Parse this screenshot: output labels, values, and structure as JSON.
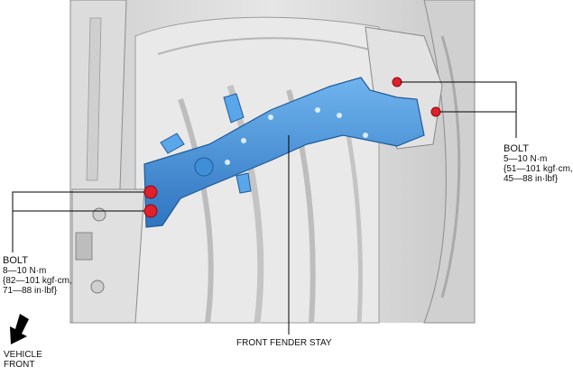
{
  "callouts": {
    "bolt_right": {
      "title": "BOLT",
      "lines": [
        "5—10 N·m",
        "{51—101 kgf·cm,",
        "45—88 in·lbf}"
      ]
    },
    "bolt_left": {
      "title": "BOLT",
      "lines": [
        "8—10 N·m",
        "{82—101 kgf·cm,",
        "71—88 in·lbf}"
      ]
    },
    "part": {
      "label": "FRONT FENDER STAY"
    },
    "direction": {
      "lines": [
        "VEHICLE",
        "FRONT"
      ]
    }
  },
  "colors": {
    "bracket": "#4a9be0",
    "bracket_dark": "#2f74bf",
    "bolt": "#e0202a",
    "line": "#000000",
    "background": "#d9d9d9"
  }
}
